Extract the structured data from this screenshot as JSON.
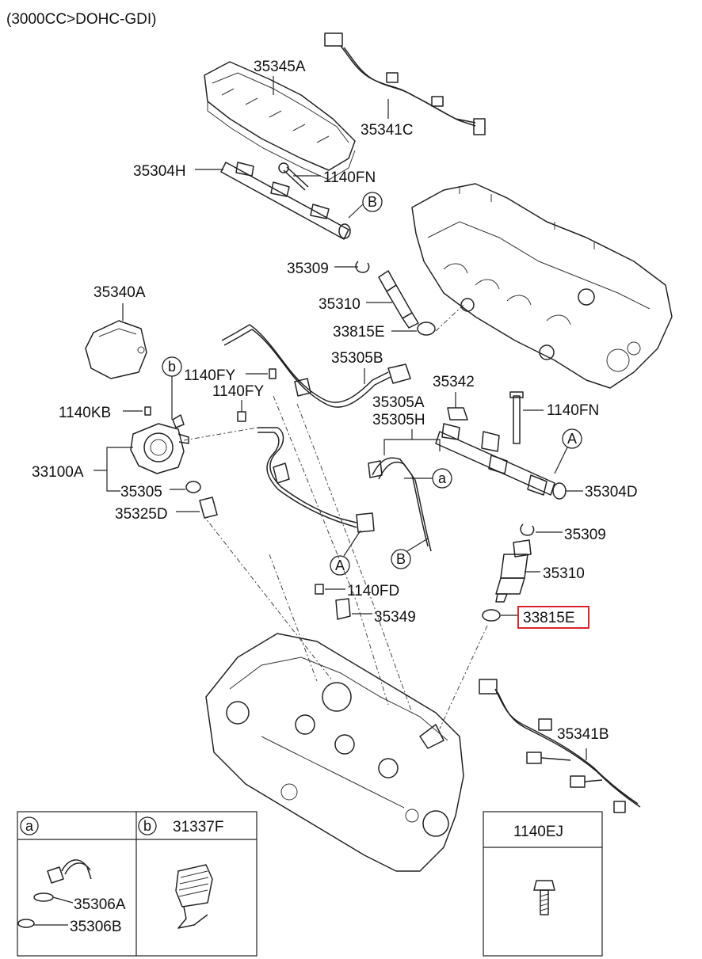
{
  "header": {
    "title": "(3000CC>DOHC-GDI)"
  },
  "callouts": {
    "a": "a",
    "b": "b",
    "A": "A",
    "B": "B"
  },
  "parts": {
    "p35345A": "35345A",
    "p35341C": "35341C",
    "p35304H": "35304H",
    "p1140FN_top": "1140FN",
    "p35309_left": "35309",
    "p35310_left": "35310",
    "p33815E_left": "33815E",
    "p35340A": "35340A",
    "p1140FY_1": "1140FY",
    "p1140FY_2": "1140FY",
    "p35305B": "35305B",
    "p35342": "35342",
    "p1140KB": "1140KB",
    "p35305A": "35305A",
    "p35305H": "35305H",
    "p1140FN_right": "1140FN",
    "p33100A": "33100A",
    "p35305": "35305",
    "p35325D": "35325D",
    "p35304D": "35304D",
    "p35309_right": "35309",
    "p35310_right": "35310",
    "p1140FD": "1140FD",
    "p35349": "35349",
    "p33815E_right": "33815E",
    "p35341B": "35341B"
  },
  "legend": {
    "box_a": {
      "key": "a",
      "parts": [
        "35306A",
        "35306B"
      ]
    },
    "box_b": {
      "key": "b",
      "part": "31337F"
    },
    "box_bolt": {
      "part": "1140EJ"
    }
  },
  "highlight": {
    "part": "33815E",
    "color": "#d9262c"
  }
}
